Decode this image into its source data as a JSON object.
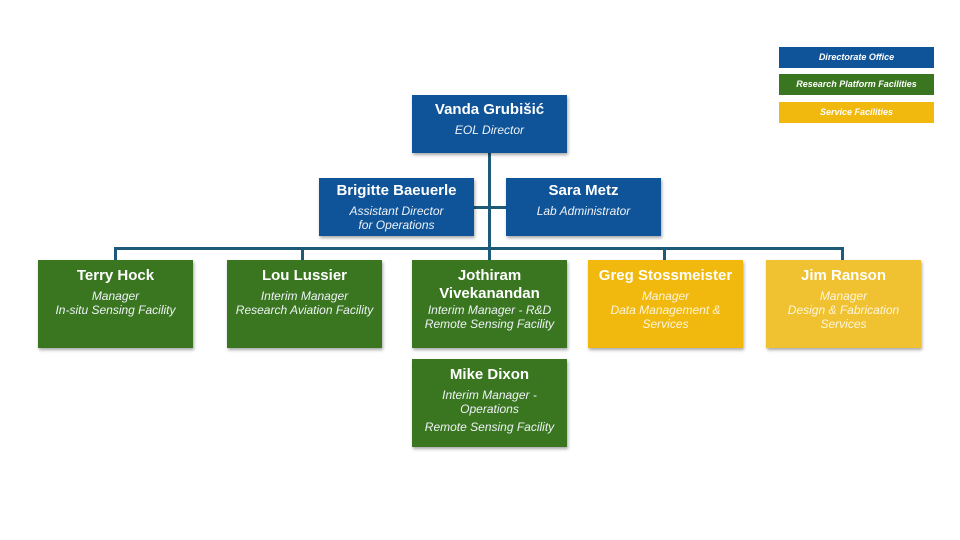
{
  "legend": [
    {
      "label": "Directorate Office",
      "color": "#0f5499"
    },
    {
      "label": "Research Platform Facilities",
      "color": "#3a7620"
    },
    {
      "label": "Service Facilities",
      "color": "#f1b80d"
    }
  ],
  "director": {
    "name": "Vanda Grubišić",
    "role": "EOL Director"
  },
  "assistant": {
    "name": "Brigitte Baeuerle",
    "role_line1": "Assistant Director",
    "role_line2": "for Operations"
  },
  "admin": {
    "name": "Sara Metz",
    "role": "Lab Administrator"
  },
  "managers": [
    {
      "name": "Terry Hock",
      "role_line1": "Manager",
      "role_line2": "In-situ Sensing Facility"
    },
    {
      "name": "Lou Lussier",
      "role_line1": "Interim Manager",
      "role_line2": "Research Aviation Facility"
    },
    {
      "name_line1": "Jothiram",
      "name_line2": "Vivekanandan",
      "role_line1": "Interim Manager - R&D",
      "role_line2": "Remote Sensing Facility"
    },
    {
      "name": "Greg Stossmeister",
      "role_line1": "Manager",
      "role_line2": "Data Management &",
      "role_line3": "Services"
    },
    {
      "name": "Jim Ranson",
      "role_line1": "Manager",
      "role_line2": "Design & Fabrication",
      "role_line3": "Services"
    }
  ],
  "mike": {
    "name": "Mike Dixon",
    "role_line1": "Interim Manager -",
    "role_line2": "Operations",
    "role_line3": "Remote Sensing Facility"
  }
}
